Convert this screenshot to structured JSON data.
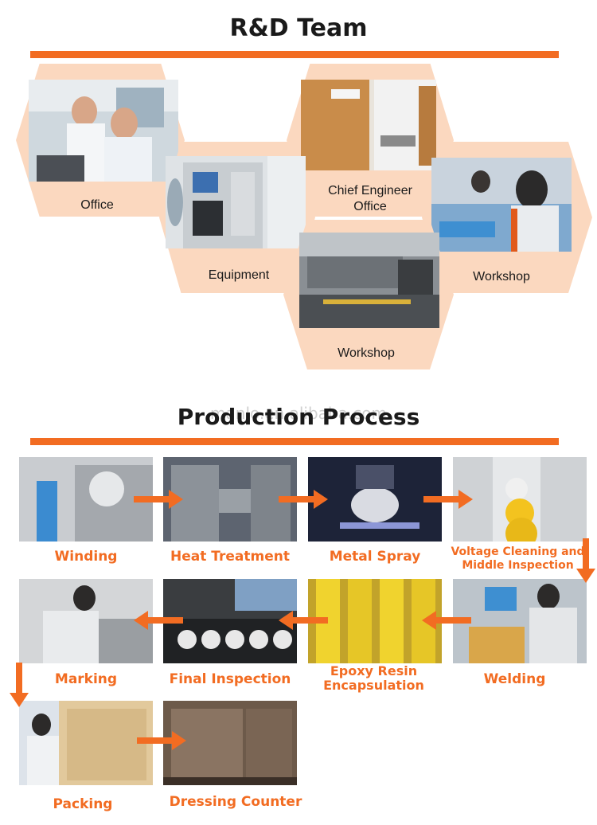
{
  "rnd": {
    "title": "R&D Team",
    "tiles": [
      {
        "caption": "Office"
      },
      {
        "caption": "Equipment"
      },
      {
        "caption": "Chief Engineer Office"
      },
      {
        "caption": "Workshop"
      },
      {
        "caption": "Workshop"
      }
    ]
  },
  "watermark": "manlo.en.alibaba.com",
  "production": {
    "title": "Production Process",
    "steps": [
      {
        "label": "Winding"
      },
      {
        "label": "Heat Treatment"
      },
      {
        "label": "Metal Spray"
      },
      {
        "label": "Voltage Cleaning and Middle Inspection"
      },
      {
        "label": "Marking"
      },
      {
        "label": "Final Inspection"
      },
      {
        "label": "Epoxy Resin Encapsulation"
      },
      {
        "label": "Welding"
      },
      {
        "label": "Packing"
      },
      {
        "label": "Dressing Counter"
      }
    ]
  },
  "colors": {
    "accent": "#f26c22",
    "tile": "#fbd8bf",
    "title": "#1a1a1a"
  }
}
